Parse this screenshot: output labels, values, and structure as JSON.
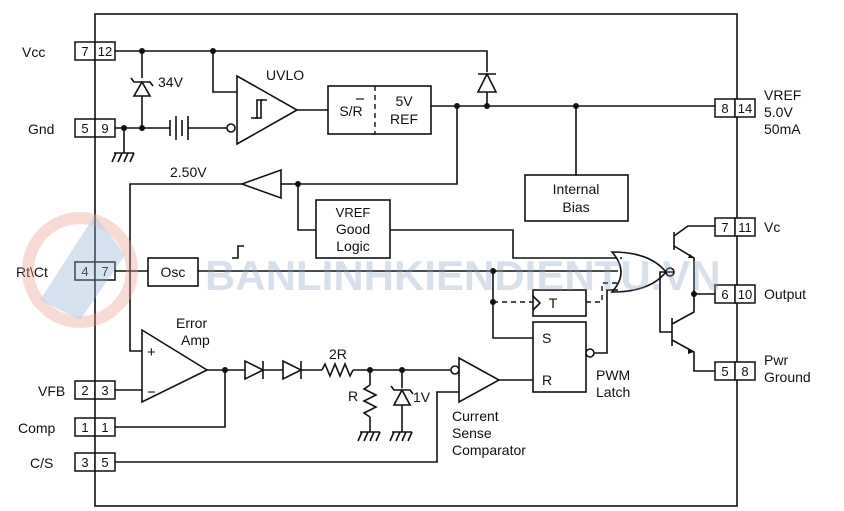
{
  "pins": {
    "vcc": {
      "label": "Vcc",
      "a": "7",
      "b": "12"
    },
    "gnd": {
      "label": "Gnd",
      "a": "5",
      "b": "9"
    },
    "rtct": {
      "label": "Rt\\Ct",
      "a": "4",
      "b": "7"
    },
    "vfb": {
      "label": "VFB",
      "a": "2",
      "b": "3"
    },
    "comp": {
      "label": "Comp",
      "a": "1",
      "b": "1"
    },
    "cs": {
      "label": "C/S",
      "a": "3",
      "b": "5"
    },
    "vref": {
      "label": "VREF",
      "a": "8",
      "b": "14",
      "sub1": "5.0V",
      "sub2": "50mA"
    },
    "vc": {
      "label": "Vc",
      "a": "7",
      "b": "11"
    },
    "output": {
      "label": "Output",
      "a": "6",
      "b": "10"
    },
    "pwr": {
      "label1": "Pwr",
      "label2": "Ground",
      "a": "5",
      "b": "8"
    }
  },
  "blocks": {
    "zener": "34V",
    "uvlo": "UVLO",
    "sr": "S/R",
    "ref1": "5V",
    "ref2": "REF",
    "bias1": "Internal",
    "bias2": "Bias",
    "ref250": "2.50V",
    "good1": "VREF",
    "good2": "Good",
    "good3": "Logic",
    "osc": "Osc",
    "tff": "T",
    "latch_s": "S",
    "latch_r": "R",
    "latch1": "PWM",
    "latch2": "Latch",
    "err1": "Error",
    "err2": "Amp",
    "plus": "+",
    "minus": "−",
    "r2": "2R",
    "r1": "R",
    "v1": "1V",
    "cs1": "Current",
    "cs2": "Sense",
    "cs3": "Comparator"
  },
  "watermark": "BANLINHKIENDIENTU.VN"
}
